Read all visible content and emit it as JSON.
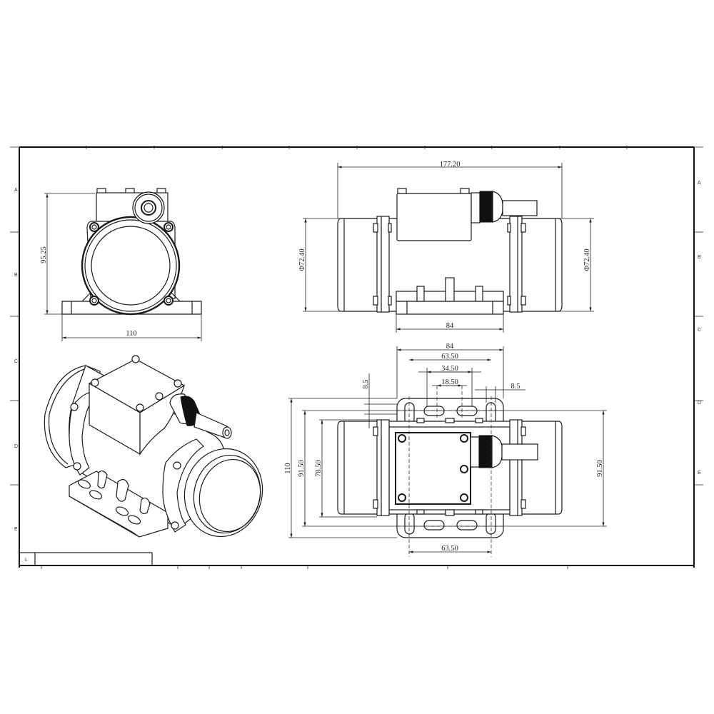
{
  "drawing": {
    "title_block": {
      "label": "L"
    },
    "frame": {
      "row_labels": [
        "A",
        "B",
        "C",
        "D",
        "E"
      ]
    },
    "views": {
      "front_view": {
        "height_dim": "95.25",
        "width_dim": "110"
      },
      "side_view": {
        "overall_length_dim": "177.20",
        "left_diameter_dim": "Φ72.40",
        "right_diameter_dim": "Φ72.40",
        "base_width_dim": "84"
      },
      "top_view": {
        "plate_width_dim": "84",
        "outer_hole_spacing_dim": "63.50",
        "slot_outer_dim": "34.50",
        "slot_inner_dim": "18.50",
        "left_offset_dim": "8.5",
        "right_offset_dim": "8.5",
        "plate_length_dim": "110",
        "hole_row_spacing_left_dim": "91.50",
        "inner_spacing_dim": "78.50",
        "hole_row_spacing_right_dim": "91.50",
        "bottom_hole_spacing_dim": "63.50"
      },
      "isometric_view": {
        "subject": "vibration motor"
      }
    }
  }
}
